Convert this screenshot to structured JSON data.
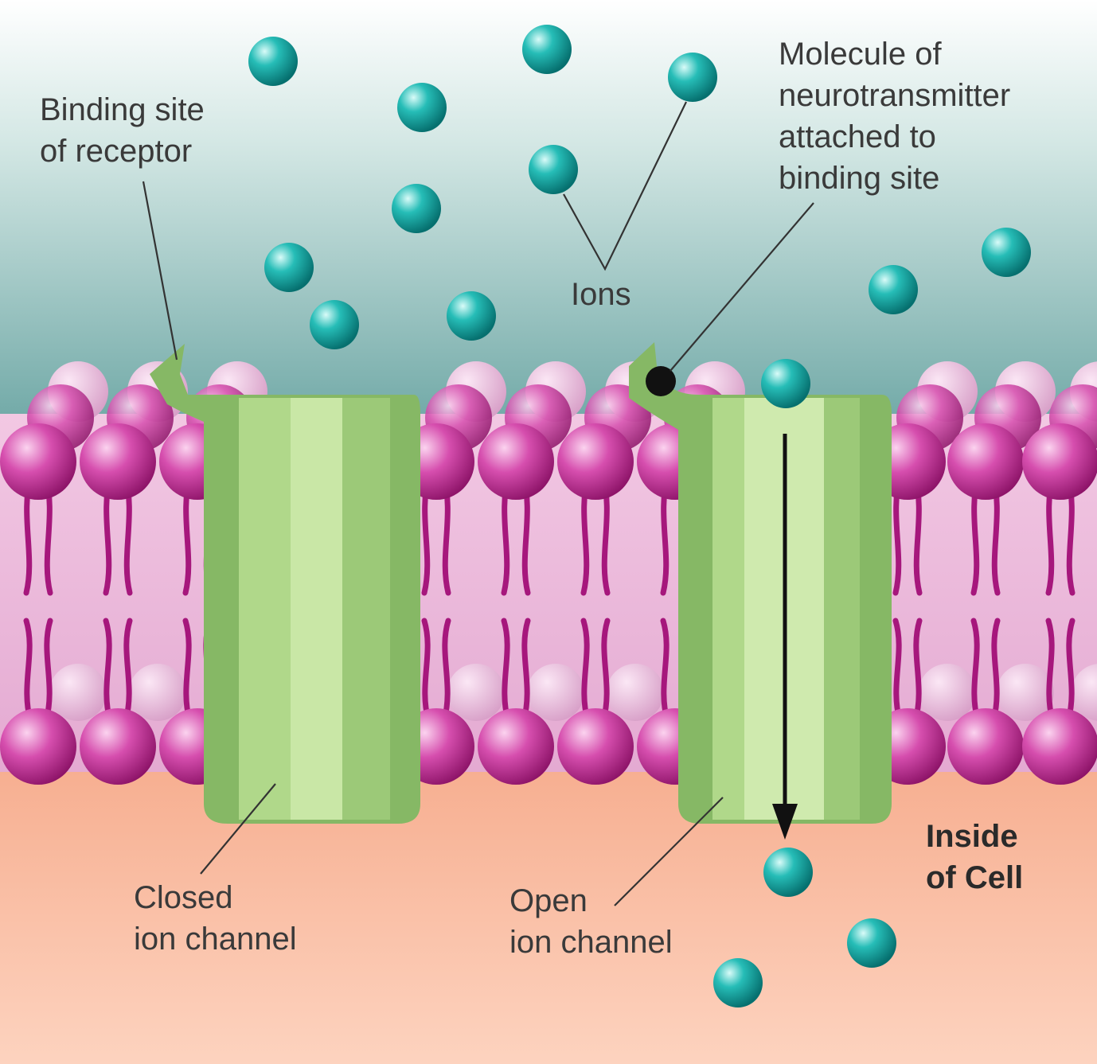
{
  "labels": {
    "binding_site": "Binding site\nof receptor",
    "molecule": "Molecule of\nneurotransmitter\nattached to\nbinding site",
    "ions": "Ions",
    "inside": "Inside\nof Cell",
    "closed_channel": "Closed\nion channel",
    "open_channel": "Open\nion channel"
  },
  "colors": {
    "extracellular_top": "#ffffff",
    "extracellular_bottom": "#7fb2b0",
    "cytoplasm": "#f7b89a",
    "phospholipid_head": "#c52a9a",
    "lipid_tail": "#a6177c",
    "channel_protein": "#8fbe6e",
    "ion": "#14a9a6",
    "neurotransmitter": "#111111"
  }
}
